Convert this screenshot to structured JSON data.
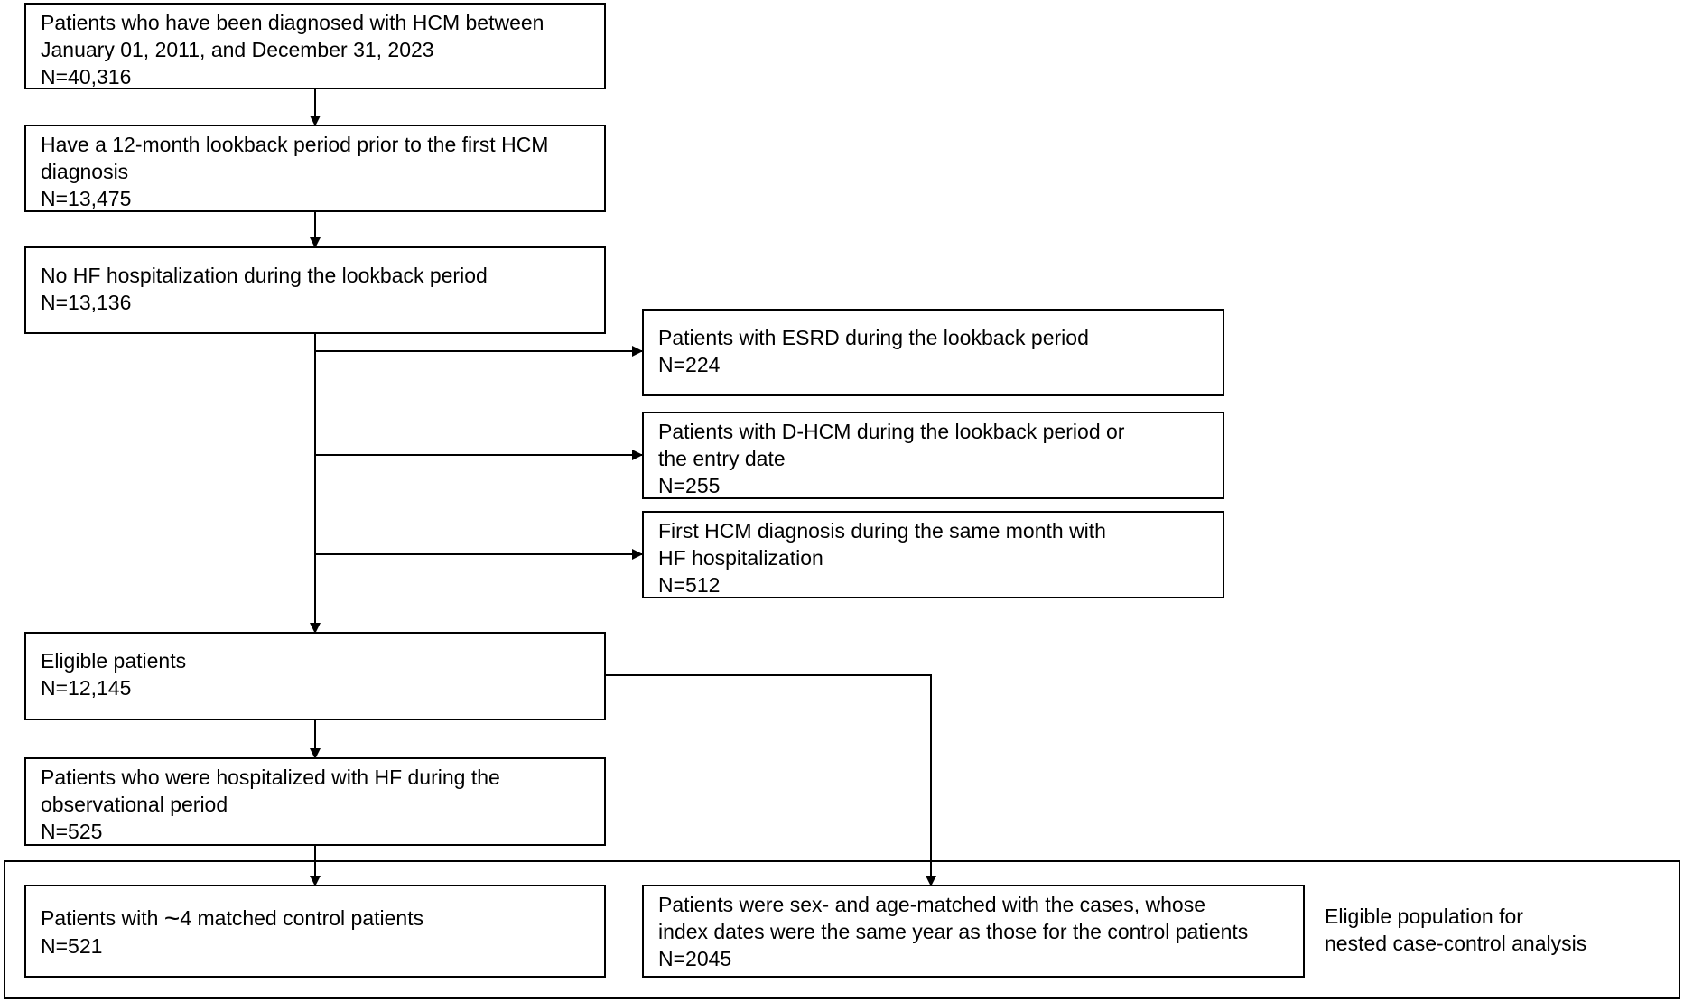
{
  "boxes": {
    "initial": {
      "line1": "Patients who have been diagnosed with HCM between",
      "line2": "January 01, 2011, and December 31, 2023",
      "count": "N=40,316"
    },
    "lookback": {
      "line1": "Have a 12-month lookback period prior to the first HCM",
      "line2": "diagnosis",
      "count": "N=13,475"
    },
    "no_hf": {
      "line1": "No HF hospitalization during the lookback period",
      "count": "N=13,136"
    },
    "eligible": {
      "line1": "Eligible patients",
      "count": "N=12,145"
    },
    "hospitalized": {
      "line1": "Patients who were hospitalized with HF during the",
      "line2": "observational period",
      "count": "N=525"
    },
    "cases": {
      "line1_prefix": "Patients with ",
      "tilde": "~",
      "line1_suffix": "4 matched control patients",
      "count": "N=521"
    },
    "controls": {
      "line1": "Patients were sex- and age-matched with the cases, whose",
      "line2": "index dates were the same year as those for the control patients",
      "count": "N=2045"
    }
  },
  "exclusions": [
    {
      "line1": "Patients with ESRD during the lookback period",
      "count": "N=224"
    },
    {
      "line1": "Patients with D-HCM during the lookback period or",
      "line2": "the entry date",
      "count": "N=255"
    },
    {
      "line1": "First HCM diagnosis during the same month with",
      "line2": "HF hospitalization",
      "count": "N=512"
    }
  ],
  "nested_label": {
    "line1": "Eligible population for",
    "line2": "nested case-control analysis"
  }
}
